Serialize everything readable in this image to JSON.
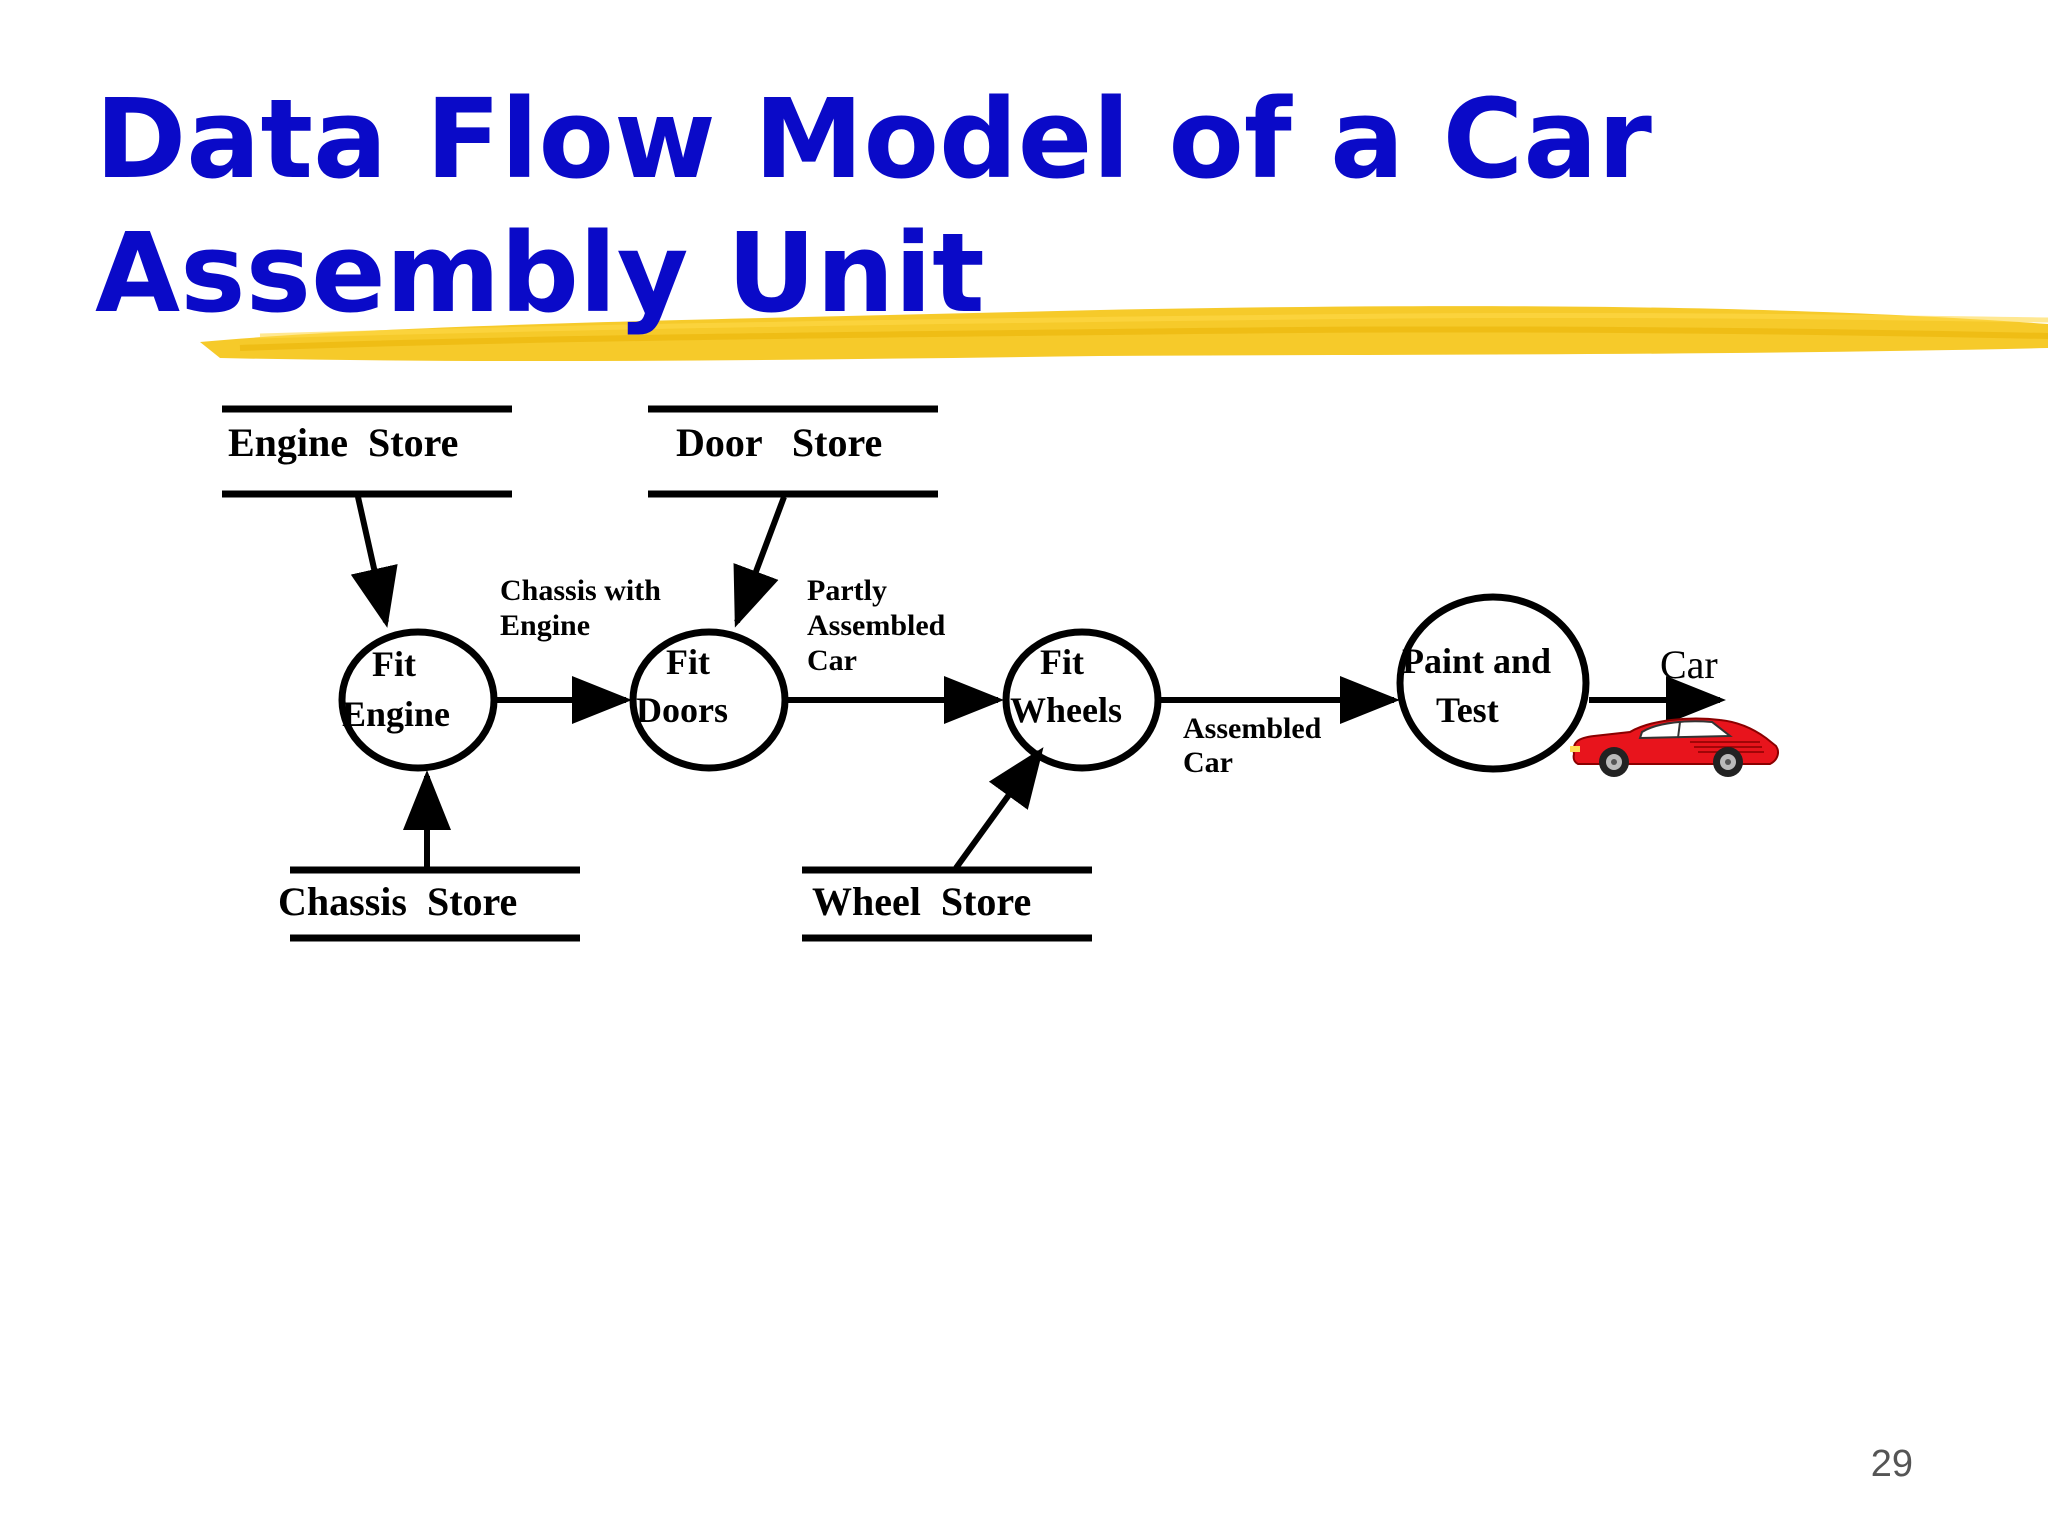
{
  "slide": {
    "title": "Data Flow Model of a Car\nAssembly Unit",
    "page_number": "29"
  },
  "colors": {
    "title": "#0a0ac8",
    "highlight": "#f5c518",
    "car": "#e8141c"
  },
  "stores": {
    "engine": "Engine  Store",
    "door": "Door   Store",
    "chassis": "Chassis  Store",
    "wheel": "Wheel  Store"
  },
  "processes": {
    "fit_engine": [
      "Fit",
      "Engine"
    ],
    "fit_doors": [
      "Fit",
      "Doors"
    ],
    "fit_wheels": [
      "Fit",
      "Wheels"
    ],
    "paint_test": [
      "Paint and",
      "Test"
    ]
  },
  "flows": {
    "chassis_with_engine": [
      "Chassis with",
      "Engine"
    ],
    "partly_assembled": [
      "Partly",
      "Assembled",
      "Car"
    ],
    "assembled_car": [
      "Assembled",
      "Car"
    ],
    "car_output": "Car"
  },
  "icons": {
    "output": "red-sports-car-icon"
  }
}
